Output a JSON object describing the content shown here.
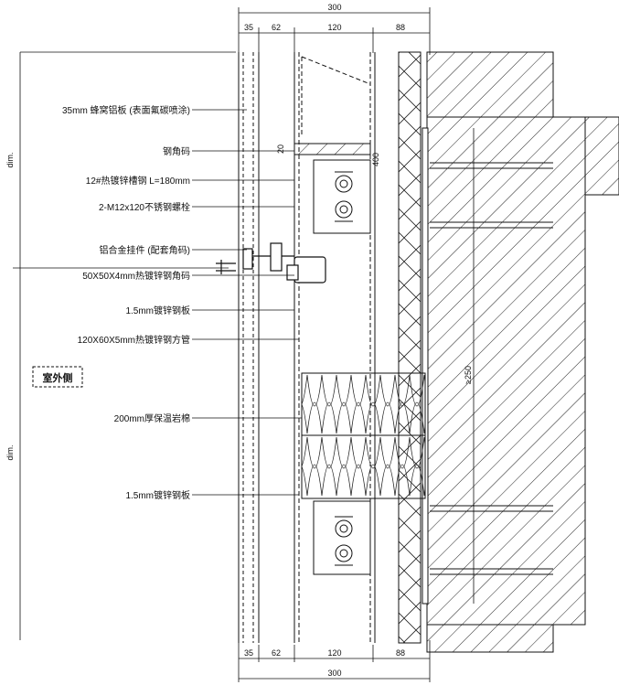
{
  "dimensions": {
    "top_total": "300",
    "top_parts": [
      "35",
      "62",
      "120",
      "88"
    ],
    "bottom_parts": [
      "35",
      "62",
      "120",
      "88"
    ],
    "bottom_total": "300",
    "ext_label_upper": "dim.",
    "ext_label_lower": "dim.",
    "seg_20": "20",
    "seg_400": "400",
    "embed_250": "≥250"
  },
  "zone_label": "室外侧",
  "callouts": [
    "35mm 蜂窝铝板 (表面氟碳喷涂)",
    "钢角码",
    "12#热镀锌槽钢  L=180mm",
    "2-M12x120不锈钢螺栓",
    "铝合金挂件 (配套角码)",
    "50X50X4mm热镀锌钢角码",
    "1.5mm镀锌钢板",
    "120X60X5mm热镀锌钢方管",
    "200mm厚保温岩棉",
    "1.5mm镀锌钢板"
  ]
}
